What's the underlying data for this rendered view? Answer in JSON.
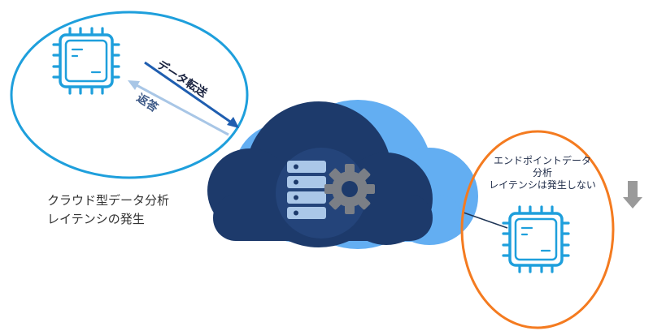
{
  "colors": {
    "cloud_back": "#63aef2",
    "cloud_front": "#1d3a6b",
    "cloud_mid": "#24447a",
    "chip_stroke": "#1e9fdc",
    "circle_left": "#1e9fdc",
    "circle_right": "#f47b20",
    "arrow_send": "#1f5eb0",
    "arrow_reply": "#a8c6e6",
    "gear": "#7b7f86",
    "server": "#aac7e8",
    "down_arrow": "#9a9a9a"
  },
  "left_zone": {
    "arrow_send_label": "データ転送",
    "arrow_reply_label": "返答"
  },
  "cloud_caption": {
    "line1": "クラウド型データ分析",
    "line2": "レイテンシの発生"
  },
  "edge_caption": {
    "line1": "エンドポイントデータ",
    "line2": "分析",
    "line3": "レイテンシは発生しない"
  },
  "icons": {
    "left_chip": "cpu-chip-icon",
    "right_chip": "cpu-chip-icon",
    "server": "server-rack-icon",
    "gear": "gear-icon",
    "down_arrow": "arrow-down-icon"
  }
}
